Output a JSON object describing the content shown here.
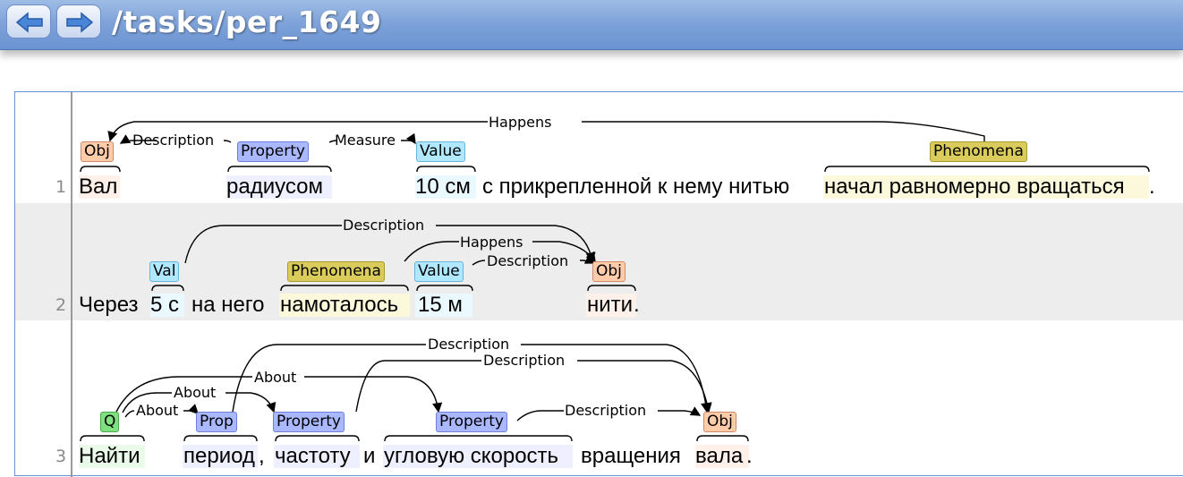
{
  "header": {
    "title": "/tasks/per_1649",
    "back_icon": "back-arrow-icon",
    "forward_icon": "forward-arrow-icon",
    "colors": {
      "bar": "#7fa3d9",
      "button": "#dce6f7"
    }
  },
  "sentences": [
    {
      "number": "1",
      "tokens": [
        "Вал",
        "радиусом",
        "10 см",
        "с прикрепленной к нему нитью",
        "начал равномерно вращаться",
        "."
      ]
    },
    {
      "number": "2",
      "tokens": [
        "Через",
        "5 с",
        "на него",
        "намоталось",
        "15 м",
        "нити",
        "."
      ]
    },
    {
      "number": "3",
      "tokens": [
        "Найти",
        "период",
        ",",
        "частоту",
        "и",
        "угловую скорость",
        "вращения",
        "вала",
        "."
      ]
    }
  ],
  "entities": {
    "obj": "Obj",
    "property": "Property",
    "value": "Value",
    "phenomena": "Phenomena",
    "val": "Val",
    "q": "Q",
    "prop": "Prop"
  },
  "relations": {
    "description": "Description",
    "measure": "Measure",
    "happens": "Happens",
    "about": "About"
  },
  "entity_colors": {
    "Obj": "#ffccaa",
    "Property": "#aab8ff",
    "Value": "#b0e8ff",
    "Phenomena": "#d9cc5c",
    "Q": "#7fe07f"
  }
}
